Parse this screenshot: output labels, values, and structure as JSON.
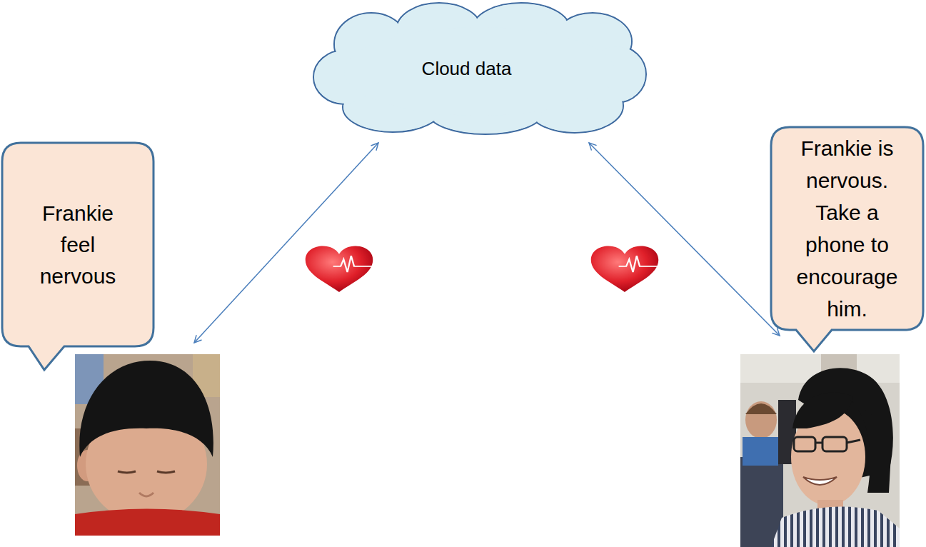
{
  "diagram": {
    "nodes": [
      {
        "text": [
          "Cloud data"
        ]
      },
      {
        "text": [
          "Frankie feel nervous"
        ]
      },
      {
        "text": [
          "Frankie is nervous. Take a phone to encourage him."
        ]
      }
    ]
  }
}
